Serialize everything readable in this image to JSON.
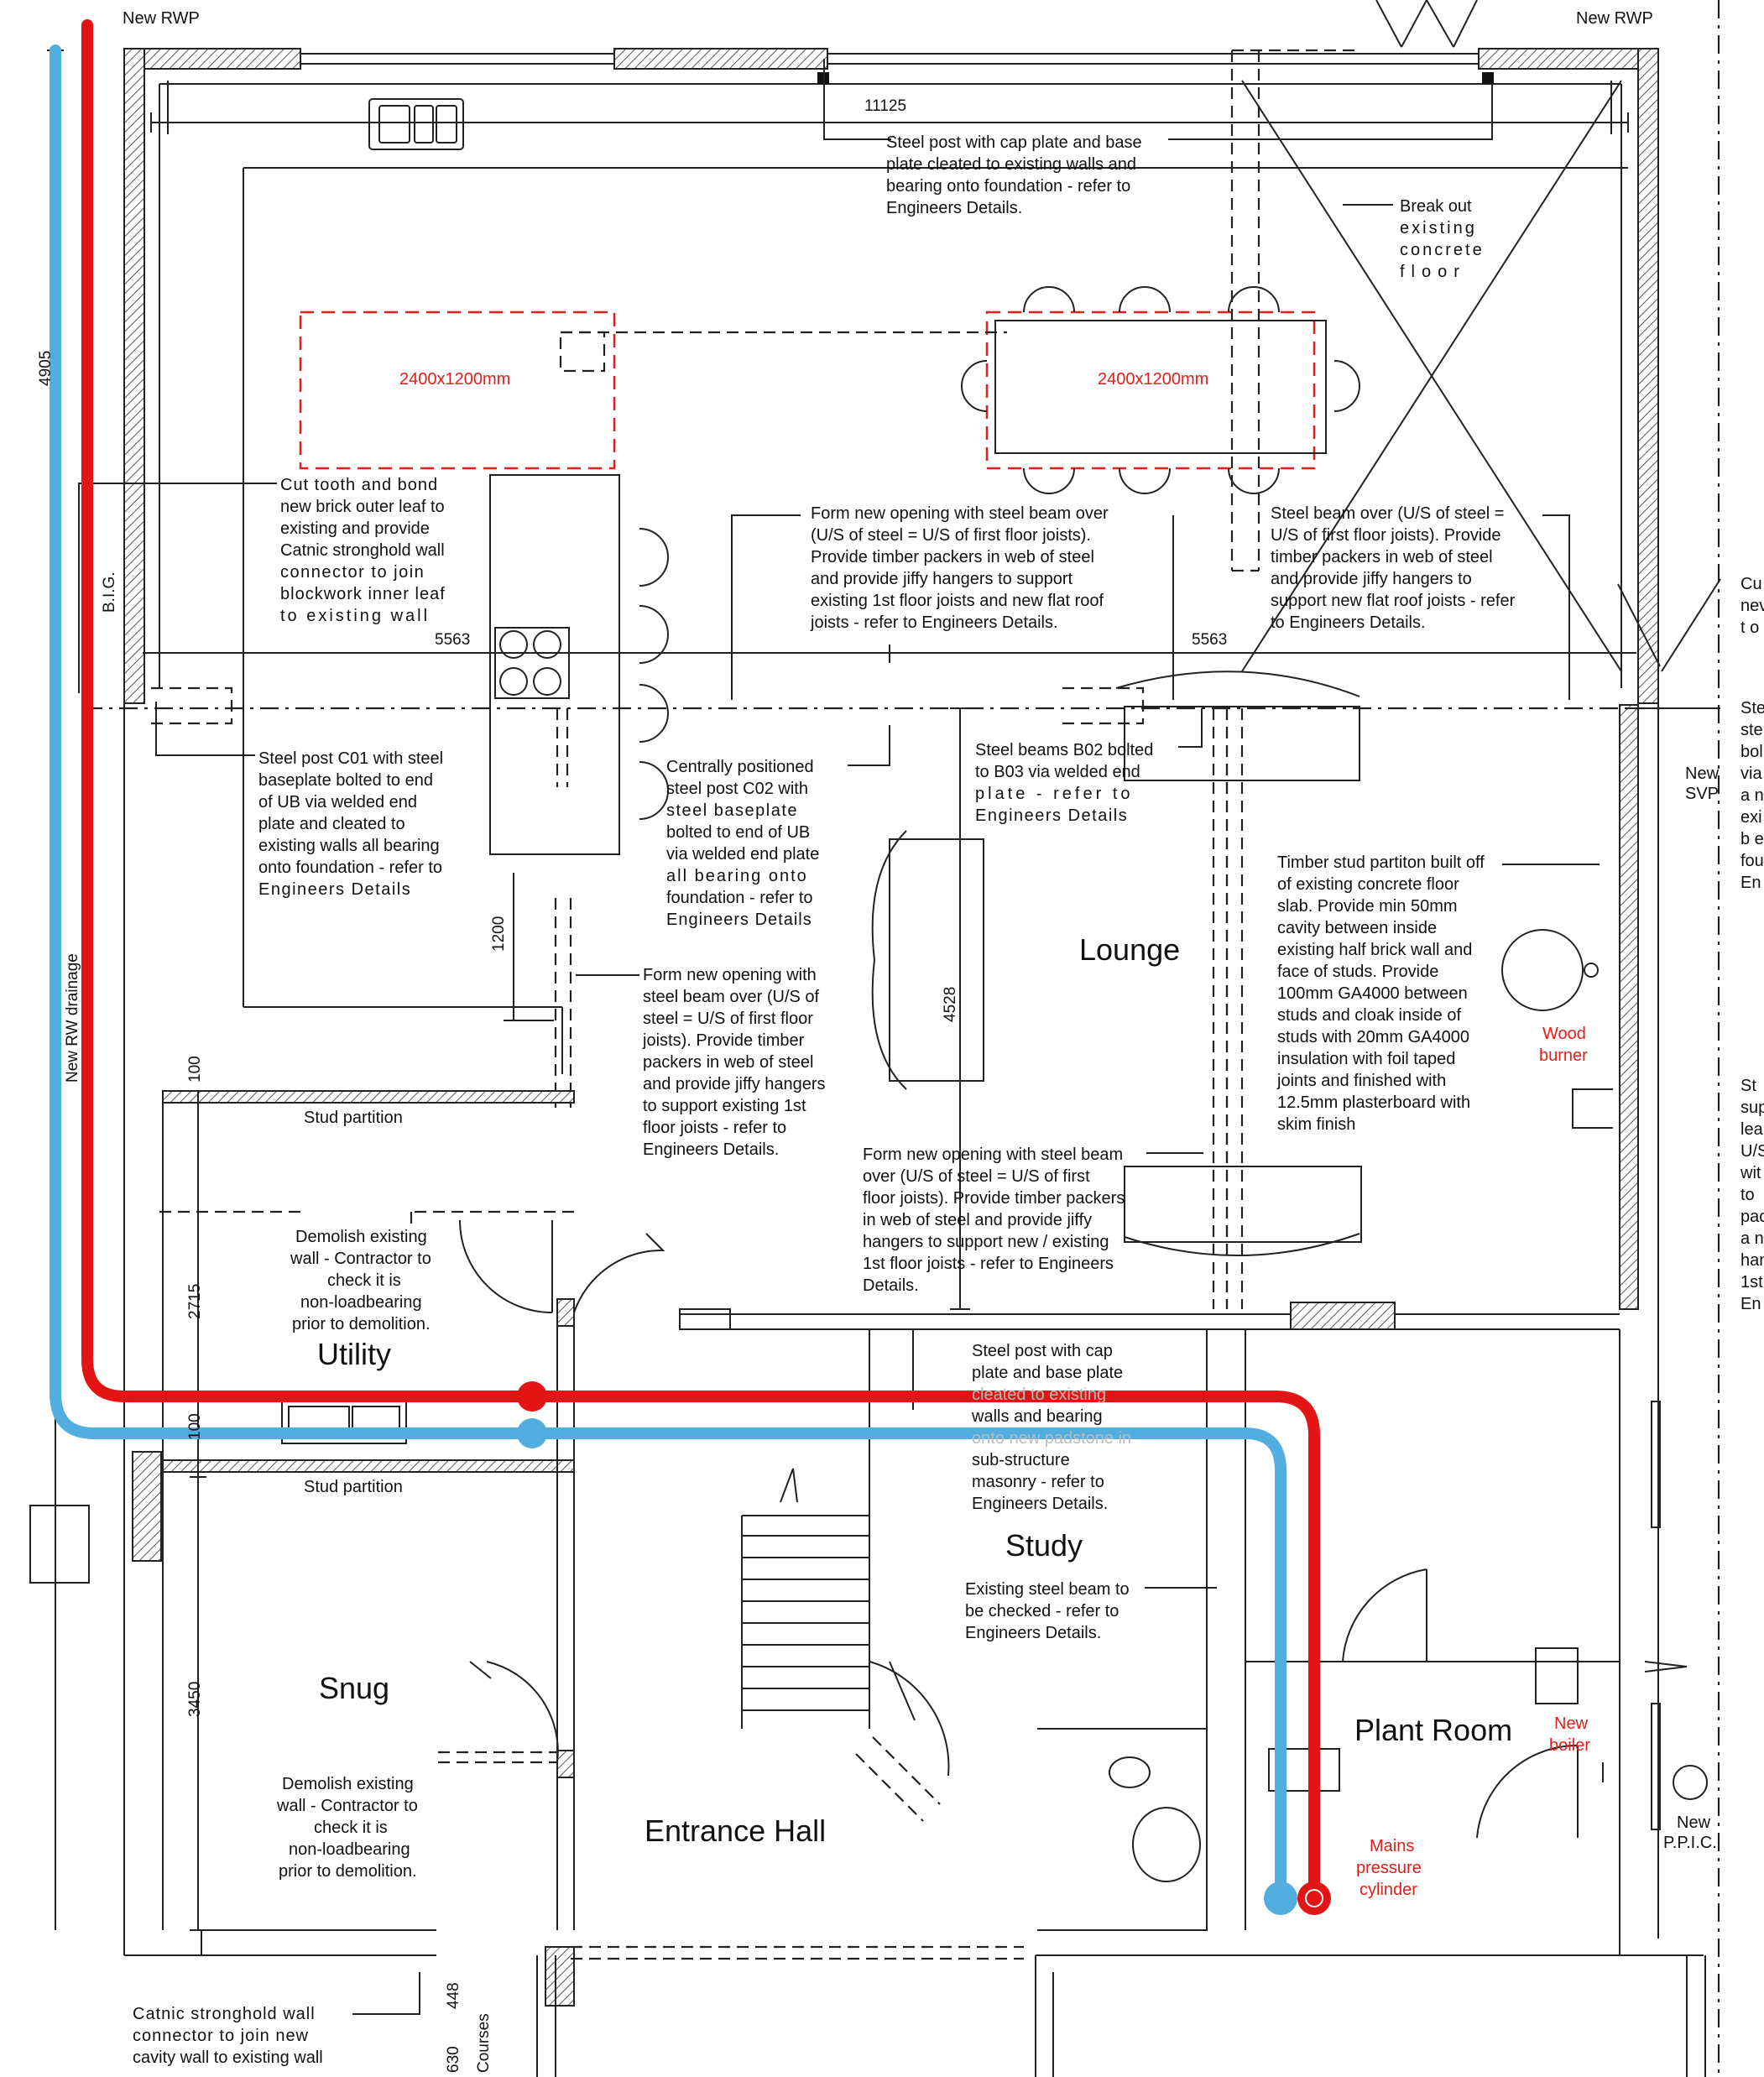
{
  "annotations": {
    "new_rwp_left": "New RWP",
    "new_rwp_right": "New RWP",
    "dim_11125": "11125",
    "steel_post_top": [
      "Steel post with cap plate and base",
      "plate cleated to existing walls and",
      "bearing onto foundation - refer to",
      "Engineers Details."
    ],
    "break_out": [
      "Break out",
      "existing",
      "concrete",
      "floor"
    ],
    "table_left": "2400x1200mm",
    "table_right": "2400x1200mm",
    "cut_tooth": [
      "Cut tooth and bond",
      "new brick outer leaf to",
      "existing and provide",
      "Catnic stronghold wall",
      "connector to join",
      "blockwork inner leaf",
      "to existing wall"
    ],
    "form_opening_mid": [
      "Form new opening with steel beam over",
      "(U/S of steel = U/S of first floor joists).",
      "Provide timber packers in web of steel",
      "and provide jiffy hangers to support",
      "existing 1st floor joists and new flat roof",
      "joists - refer to Engineers Details."
    ],
    "steel_beam_right": [
      "Steel beam over (U/S of steel =",
      "U/S of first floor joists). Provide",
      "timber packers in web of steel",
      "and provide jiffy hangers to",
      "support new flat roof joists - refer",
      "to Engineers Details."
    ],
    "dim_5563_left": "5563",
    "dim_5563_right": "5563",
    "big": "B.I.G.",
    "dim_4905": "4905",
    "steel_post_c01": [
      "Steel post C01 with steel",
      "baseplate bolted to end",
      "of UB via welded end",
      "plate and cleated to",
      "existing walls all bearing",
      "onto foundation - refer to",
      "Engineers Details"
    ],
    "centrally_c02": [
      "Centrally positioned",
      "steel post C02 with",
      "steel baseplate",
      "bolted to end  of UB",
      "via welded end plate",
      "all bearing onto",
      "foundation - refer to",
      "Engineers Details"
    ],
    "steel_beams_b02": [
      "Steel beams B02 bolted",
      "to B03 via welded end",
      "plate - refer to",
      "Engineers Details"
    ],
    "new_svp": [
      "New",
      "SVP"
    ],
    "timber_stud": [
      "Timber stud partiton built off",
      "of existing concrete floor",
      "slab. Provide min 50mm",
      "cavity between inside",
      "existing half brick wall and",
      "face of studs. Provide",
      "100mm GA4000 between",
      "studs and cloak inside of",
      "studs with 20mm GA4000",
      "insulation with foil taped",
      "joints and finished with",
      "12.5mm plasterboard with",
      "skim finish"
    ],
    "wood_burner": [
      "Wood",
      "burner"
    ],
    "lounge": "Lounge",
    "dim_1200": "1200",
    "dim_4528": "4528",
    "form_opening_left": [
      "Form new opening with",
      "steel beam over (U/S of",
      "steel = U/S of first floor",
      "joists). Provide timber",
      "packers in web of steel",
      "and provide jiffy hangers",
      "to support existing 1st",
      "floor joists - refer to",
      "Engineers Details."
    ],
    "form_opening_lower": [
      "Form new opening with steel beam",
      "over (U/S of steel = U/S of first",
      "floor joists). Provide timber packers",
      "in web of steel and provide jiffy",
      "hangers to support new / existing",
      "1st floor joists - refer to Engineers",
      "Details."
    ],
    "dim_100_top": "100",
    "stud_partition_top": "Stud partition",
    "demolish_top": [
      "Demolish existing",
      "wall - Contractor to",
      "check it is",
      "non-loadbearing",
      "prior to demolition."
    ],
    "dim_2715": "2715",
    "utility": "Utility",
    "new_rw_drainage": "New RW drainage",
    "dim_100_mid": "100",
    "stud_partition_mid": "Stud partition",
    "steel_post_cap": [
      "Steel post with cap",
      "plate and base plate",
      "cleated to existing",
      "walls and bearing",
      "onto new padstone in",
      "sub-structure",
      "masonry - refer to",
      "Engineers Details."
    ],
    "study": "Study",
    "existing_beam": [
      "Existing steel beam to",
      "be checked - refer to",
      "Engineers Details."
    ],
    "snug": "Snug",
    "dim_3450": "3450",
    "plant_room": "Plant Room",
    "new_boiler": [
      "New",
      "boiler"
    ],
    "new_pic": [
      "New",
      "P.P.I.C."
    ],
    "demolish_bottom": [
      "Demolish existing",
      "wall - Contractor to",
      "check it is",
      "non-loadbearing",
      "prior to demolition."
    ],
    "entrance_hall": "Entrance Hall",
    "mains_cylinder": [
      "Mains",
      "pressure",
      "cylinder"
    ],
    "catnic_bottom": [
      "Catnic stronghold wall",
      "connector to join new",
      "cavity wall to existing wall"
    ],
    "dim_448": "448",
    "dim_630": "630",
    "courses": "Courses",
    "right_edge_1": [
      "Cu",
      "nev",
      "t o"
    ],
    "right_edge_2": [
      "Ste",
      "ste",
      "bol",
      "via",
      "a n",
      "exi",
      "b e",
      "fou",
      "En"
    ],
    "right_edge_3": [
      "St",
      "sup",
      "lea",
      "U/S",
      "wit",
      "to",
      "pac",
      "a n",
      "han",
      "1st",
      "En"
    ]
  },
  "colors": {
    "pipe_red": "#e31414",
    "pipe_blue": "#52aee0",
    "note_red": "#e0201a",
    "line": "#222222"
  }
}
